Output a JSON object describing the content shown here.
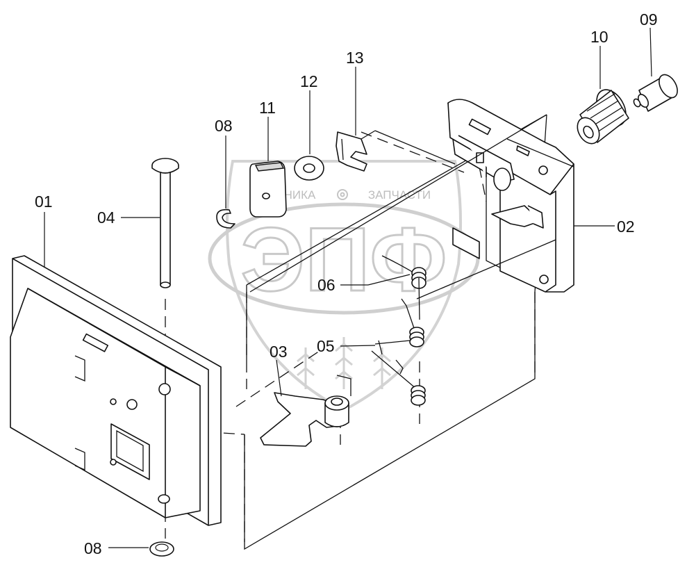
{
  "watermark": {
    "text_main": "ЭПФ",
    "text_left": "ТЕХНИКА",
    "text_right": "ЗАПЧАСТИ"
  },
  "callouts": [
    {
      "id": "01",
      "label": "01"
    },
    {
      "id": "02",
      "label": "02"
    },
    {
      "id": "03",
      "label": "03"
    },
    {
      "id": "04",
      "label": "04"
    },
    {
      "id": "05",
      "label": "05"
    },
    {
      "id": "06",
      "label": "06"
    },
    {
      "id": "08a",
      "label": "08"
    },
    {
      "id": "08b",
      "label": "08"
    },
    {
      "id": "09",
      "label": "09"
    },
    {
      "id": "10",
      "label": "10"
    },
    {
      "id": "11",
      "label": "11"
    },
    {
      "id": "12",
      "label": "12"
    },
    {
      "id": "13",
      "label": "13"
    }
  ]
}
